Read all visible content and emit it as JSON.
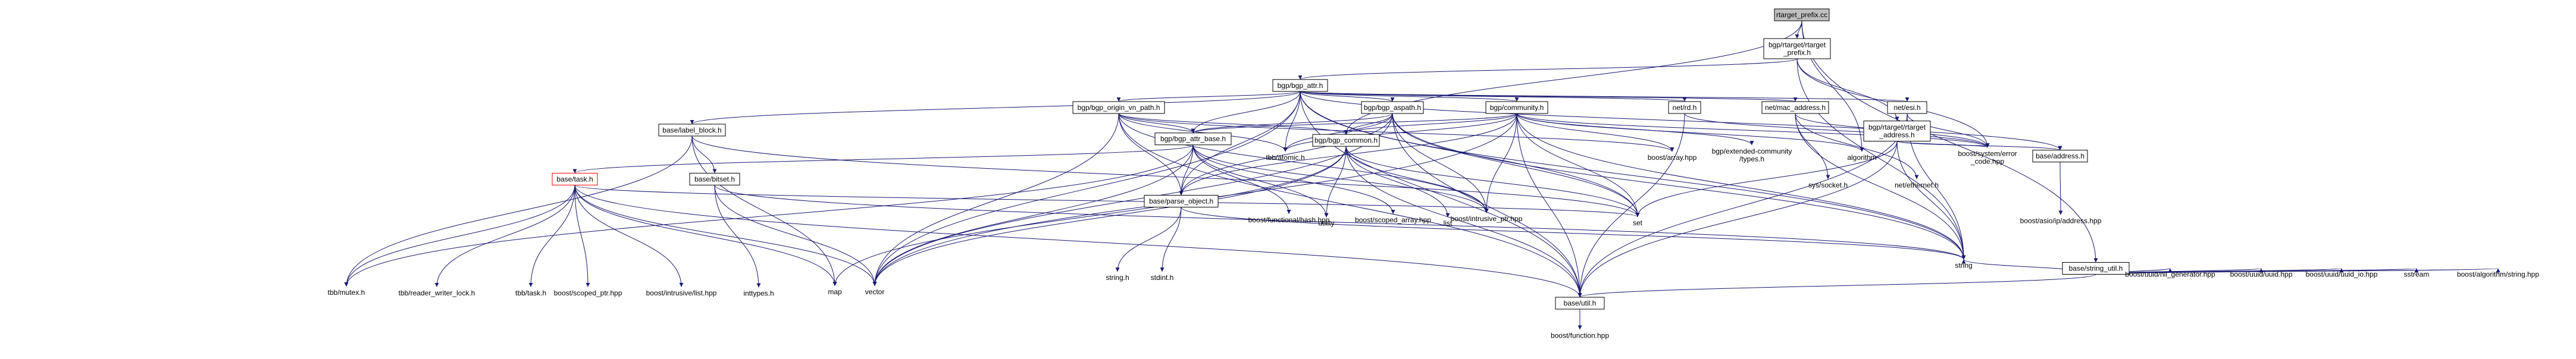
{
  "nodes": [
    {
      "id": "root",
      "label": "rtarget_prefix.cc",
      "root": true
    },
    {
      "id": "rtp_h",
      "label": "bgp/rtarget/rtarget\n_prefix.h"
    },
    {
      "id": "bgp_attr_h",
      "label": "bgp/bgp_attr.h"
    },
    {
      "id": "rta_h",
      "label": "bgp/rtarget/rtarget\n_address.h"
    },
    {
      "id": "string_util",
      "label": "base/string_util.h"
    },
    {
      "id": "label_block",
      "label": "base/label_block.h"
    },
    {
      "id": "ovn_path",
      "label": "bgp/bgp_origin_vn_path.h"
    },
    {
      "id": "aspath",
      "label": "bgp/bgp_aspath.h"
    },
    {
      "id": "community",
      "label": "bgp/community.h"
    },
    {
      "id": "net_rd",
      "label": "net/rd.h"
    },
    {
      "id": "mac_addr",
      "label": "net/mac_address.h"
    },
    {
      "id": "net_esi",
      "label": "net/esi.h"
    },
    {
      "id": "attr_base",
      "label": "bgp/bgp_attr_base.h"
    },
    {
      "id": "bitset",
      "label": "base/bitset.h"
    },
    {
      "id": "task",
      "label": "base/task.h",
      "red": true
    },
    {
      "id": "parse_object",
      "label": "base/parse_object.h"
    },
    {
      "id": "bgp_common",
      "label": "bgp/bgp_common.h"
    },
    {
      "id": "address_h",
      "label": "base/address.h"
    },
    {
      "id": "util_h",
      "label": "base/util.h"
    },
    {
      "id": "tbb_atomic",
      "label": "tbb/atomic.h",
      "plain": true
    },
    {
      "id": "boost_array",
      "label": "boost/array.hpp",
      "plain": true
    },
    {
      "id": "ext_comm",
      "label": "bgp/extended-community\n/types.h",
      "plain": true
    },
    {
      "id": "algorithm",
      "label": "algorithm",
      "plain": true
    },
    {
      "id": "sys_socket",
      "label": "sys/socket.h",
      "plain": true
    },
    {
      "id": "net_ethernet",
      "label": "net/ethernet.h",
      "plain": true
    },
    {
      "id": "sys_error",
      "label": "boost/system/error\n_code.hpp",
      "plain": true
    },
    {
      "id": "set",
      "label": "set",
      "plain": true
    },
    {
      "id": "string",
      "label": "string",
      "plain": true
    },
    {
      "id": "vector",
      "label": "vector",
      "plain": true
    },
    {
      "id": "map",
      "label": "map",
      "plain": true
    },
    {
      "id": "utility",
      "label": "utility",
      "plain": true
    },
    {
      "id": "list",
      "label": "list",
      "plain": true
    },
    {
      "id": "intrusive_ptr",
      "label": "boost/intrusive_ptr.hpp",
      "plain": true
    },
    {
      "id": "functional_hash",
      "label": "boost/functional/hash.hpp",
      "plain": true
    },
    {
      "id": "scoped_array",
      "label": "boost/scoped_array.hpp",
      "plain": true
    },
    {
      "id": "tbb_mutex",
      "label": "tbb/mutex.h",
      "plain": true
    },
    {
      "id": "rw_lock",
      "label": "tbb/reader_writer_lock.h",
      "plain": true
    },
    {
      "id": "tbb_task",
      "label": "tbb/task.h",
      "plain": true
    },
    {
      "id": "scoped_ptr",
      "label": "boost/scoped_ptr.hpp",
      "plain": true
    },
    {
      "id": "intrusive_list",
      "label": "boost/intrusive/list.hpp",
      "plain": true
    },
    {
      "id": "inttypes",
      "label": "inttypes.h",
      "plain": true
    },
    {
      "id": "string_h",
      "label": "string.h",
      "plain": true
    },
    {
      "id": "stdint",
      "label": "stdint.h",
      "plain": true
    },
    {
      "id": "asio_addr",
      "label": "boost/asio/ip/address.hpp",
      "plain": true
    },
    {
      "id": "nil_gen",
      "label": "boost/uuid/nil_generator.hpp",
      "plain": true
    },
    {
      "id": "uuid",
      "label": "boost/uuid/uuid.hpp",
      "plain": true
    },
    {
      "id": "uuid_io",
      "label": "boost/uuid/uuid_io.hpp",
      "plain": true
    },
    {
      "id": "sstream",
      "label": "sstream",
      "plain": true
    },
    {
      "id": "alg_string",
      "label": "boost/algorithm/string.hpp",
      "plain": true
    },
    {
      "id": "boost_function",
      "label": "boost/function.hpp",
      "plain": true
    }
  ],
  "edges": [
    [
      "root",
      "rtp_h"
    ],
    [
      "root",
      "bgp_common"
    ],
    [
      "root",
      "algorithm"
    ],
    [
      "root",
      "string_util"
    ],
    [
      "rtp_h",
      "bgp_attr_h"
    ],
    [
      "rtp_h",
      "rta_h"
    ],
    [
      "rtp_h",
      "sys_error"
    ],
    [
      "rtp_h",
      "string"
    ],
    [
      "bgp_attr_h",
      "label_block"
    ],
    [
      "bgp_attr_h",
      "ovn_path"
    ],
    [
      "bgp_attr_h",
      "aspath"
    ],
    [
      "bgp_attr_h",
      "community"
    ],
    [
      "bgp_attr_h",
      "net_rd"
    ],
    [
      "bgp_attr_h",
      "mac_addr"
    ],
    [
      "bgp_attr_h",
      "net_esi"
    ],
    [
      "bgp_attr_h",
      "address_h"
    ],
    [
      "bgp_attr_h",
      "tbb_atomic"
    ],
    [
      "bgp_attr_h",
      "set"
    ],
    [
      "bgp_attr_h",
      "vector"
    ],
    [
      "bgp_attr_h",
      "attr_base"
    ],
    [
      "bgp_attr_h",
      "parse_object"
    ],
    [
      "bgp_attr_h",
      "util_h"
    ],
    [
      "bgp_attr_h",
      "string"
    ],
    [
      "rta_h",
      "address_h"
    ],
    [
      "rta_h",
      "sys_error"
    ],
    [
      "rta_h",
      "set"
    ],
    [
      "rta_h",
      "string"
    ],
    [
      "rta_h",
      "util_h"
    ],
    [
      "string_util",
      "string"
    ],
    [
      "string_util",
      "nil_gen"
    ],
    [
      "string_util",
      "uuid"
    ],
    [
      "string_util",
      "uuid_io"
    ],
    [
      "string_util",
      "sstream"
    ],
    [
      "string_util",
      "alg_string"
    ],
    [
      "string_util",
      "util_h"
    ],
    [
      "label_block",
      "bitset"
    ],
    [
      "label_block",
      "tbb_mutex"
    ],
    [
      "label_block",
      "map"
    ],
    [
      "label_block",
      "set"
    ],
    [
      "ovn_path",
      "attr_base"
    ],
    [
      "ovn_path",
      "boost_array"
    ],
    [
      "ovn_path",
      "intrusive_ptr"
    ],
    [
      "ovn_path",
      "tbb_atomic"
    ],
    [
      "ovn_path",
      "parse_object"
    ],
    [
      "ovn_path",
      "vector"
    ],
    [
      "ovn_path",
      "bgp_common"
    ],
    [
      "ovn_path",
      "util_h"
    ],
    [
      "aspath",
      "attr_base"
    ],
    [
      "aspath",
      "bgp_common"
    ],
    [
      "aspath",
      "intrusive_ptr"
    ],
    [
      "aspath",
      "tbb_atomic"
    ],
    [
      "aspath",
      "parse_object"
    ],
    [
      "aspath",
      "vector"
    ],
    [
      "aspath",
      "set"
    ],
    [
      "aspath",
      "string"
    ],
    [
      "aspath",
      "util_h"
    ],
    [
      "community",
      "attr_base"
    ],
    [
      "community",
      "bgp_common"
    ],
    [
      "community",
      "boost_array"
    ],
    [
      "community",
      "ext_comm"
    ],
    [
      "community",
      "algorithm"
    ],
    [
      "community",
      "sys_error"
    ],
    [
      "community",
      "intrusive_ptr"
    ],
    [
      "community",
      "tbb_atomic"
    ],
    [
      "community",
      "set"
    ],
    [
      "community",
      "vector"
    ],
    [
      "community",
      "string"
    ],
    [
      "community",
      "parse_object"
    ],
    [
      "community",
      "util_h"
    ],
    [
      "net_rd",
      "sys_error"
    ],
    [
      "net_rd",
      "util_h"
    ],
    [
      "mac_addr",
      "sys_socket"
    ],
    [
      "mac_addr",
      "net_ethernet"
    ],
    [
      "mac_addr",
      "sys_error"
    ],
    [
      "mac_addr",
      "string"
    ],
    [
      "net_esi",
      "sys_error"
    ],
    [
      "net_esi",
      "string"
    ],
    [
      "net_esi",
      "util_h"
    ],
    [
      "attr_base",
      "task"
    ],
    [
      "attr_base",
      "parse_object"
    ],
    [
      "attr_base",
      "functional_hash"
    ],
    [
      "attr_base",
      "scoped_array"
    ],
    [
      "attr_base",
      "intrusive_ptr"
    ],
    [
      "attr_base",
      "utility"
    ],
    [
      "attr_base",
      "vector"
    ],
    [
      "attr_base",
      "tbb_mutex"
    ],
    [
      "bitset",
      "inttypes"
    ],
    [
      "bitset",
      "string"
    ],
    [
      "bitset",
      "vector"
    ],
    [
      "task",
      "tbb_mutex"
    ],
    [
      "task",
      "rw_lock"
    ],
    [
      "task",
      "tbb_task"
    ],
    [
      "task",
      "scoped_ptr"
    ],
    [
      "task",
      "intrusive_list"
    ],
    [
      "task",
      "map"
    ],
    [
      "task",
      "vector"
    ],
    [
      "task",
      "set"
    ],
    [
      "task",
      "util_h"
    ],
    [
      "parse_object",
      "string_h"
    ],
    [
      "parse_object",
      "stdint"
    ],
    [
      "parse_object",
      "string"
    ],
    [
      "bgp_common",
      "intrusive_ptr"
    ],
    [
      "bgp_common",
      "list"
    ],
    [
      "bgp_common",
      "util_h"
    ],
    [
      "bgp_common",
      "map"
    ],
    [
      "bgp_common",
      "vector"
    ],
    [
      "bgp_common",
      "set"
    ],
    [
      "bgp_common",
      "utility"
    ],
    [
      "address_h",
      "asio_addr"
    ],
    [
      "util_h",
      "boost_function"
    ]
  ]
}
